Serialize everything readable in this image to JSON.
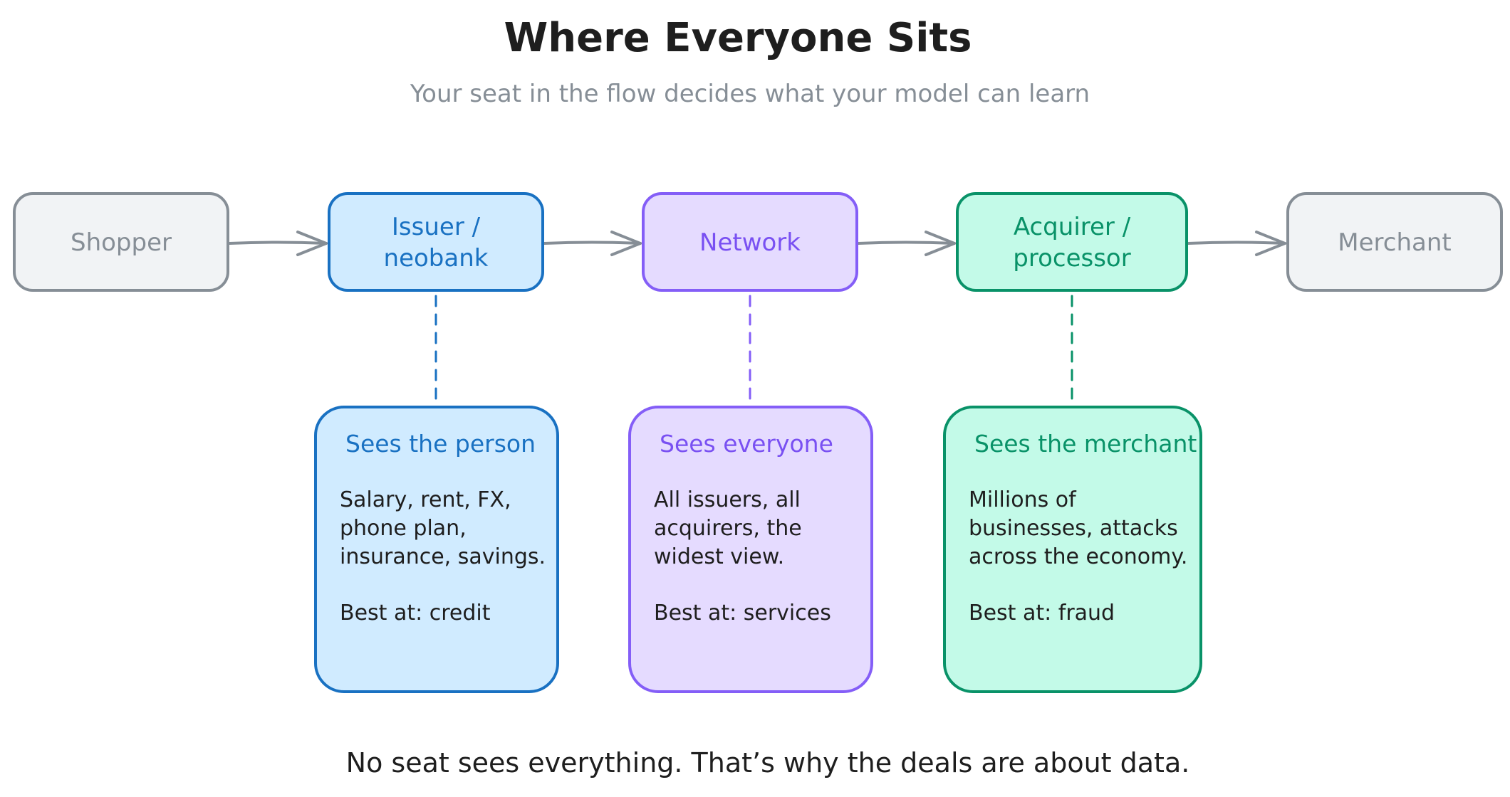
{
  "title": "Where Everyone Sits",
  "subtitle": "Your seat in the flow decides what your model can learn",
  "flow": {
    "nodes": [
      {
        "id": "shopper",
        "lines": [
          "Shopper"
        ],
        "theme": "neutral"
      },
      {
        "id": "issuer",
        "lines": [
          "Issuer /",
          "neobank"
        ],
        "theme": "blue"
      },
      {
        "id": "network",
        "lines": [
          "Network"
        ],
        "theme": "purple"
      },
      {
        "id": "acquirer",
        "lines": [
          "Acquirer /",
          "processor"
        ],
        "theme": "green"
      },
      {
        "id": "merchant",
        "lines": [
          "Merchant"
        ],
        "theme": "neutral"
      }
    ]
  },
  "cards": [
    {
      "id": "issuer",
      "heading": "Sees the person",
      "body_lines": [
        "Salary, rent, FX,",
        "phone plan,",
        "insurance, savings."
      ],
      "best_at": "Best at: credit",
      "theme": "blue"
    },
    {
      "id": "network",
      "heading": "Sees everyone",
      "body_lines": [
        "All issuers, all",
        "acquirers, the",
        "widest view."
      ],
      "best_at": "Best at: services",
      "theme": "purple"
    },
    {
      "id": "acquirer",
      "heading": "Sees the merchant",
      "body_lines": [
        "Millions of",
        "businesses, attacks",
        "across the economy."
      ],
      "best_at": "Best at: fraud",
      "theme": "green"
    }
  ],
  "footer": "No seat sees everything. That’s why the deals are about data.",
  "colors": {
    "neutral": {
      "fill": "#f1f3f5",
      "stroke": "#868e96",
      "text": "#868e96"
    },
    "blue": {
      "fill": "#d0ebff",
      "stroke": "#1971c2",
      "text": "#1971c2"
    },
    "purple": {
      "fill": "#e5dbff",
      "stroke": "#845ef7",
      "text": "#7950f2"
    },
    "green": {
      "fill": "#c3fae8",
      "stroke": "#099268",
      "text": "#099268"
    },
    "connector": "#868e96",
    "ink": "#1e1e1e"
  }
}
